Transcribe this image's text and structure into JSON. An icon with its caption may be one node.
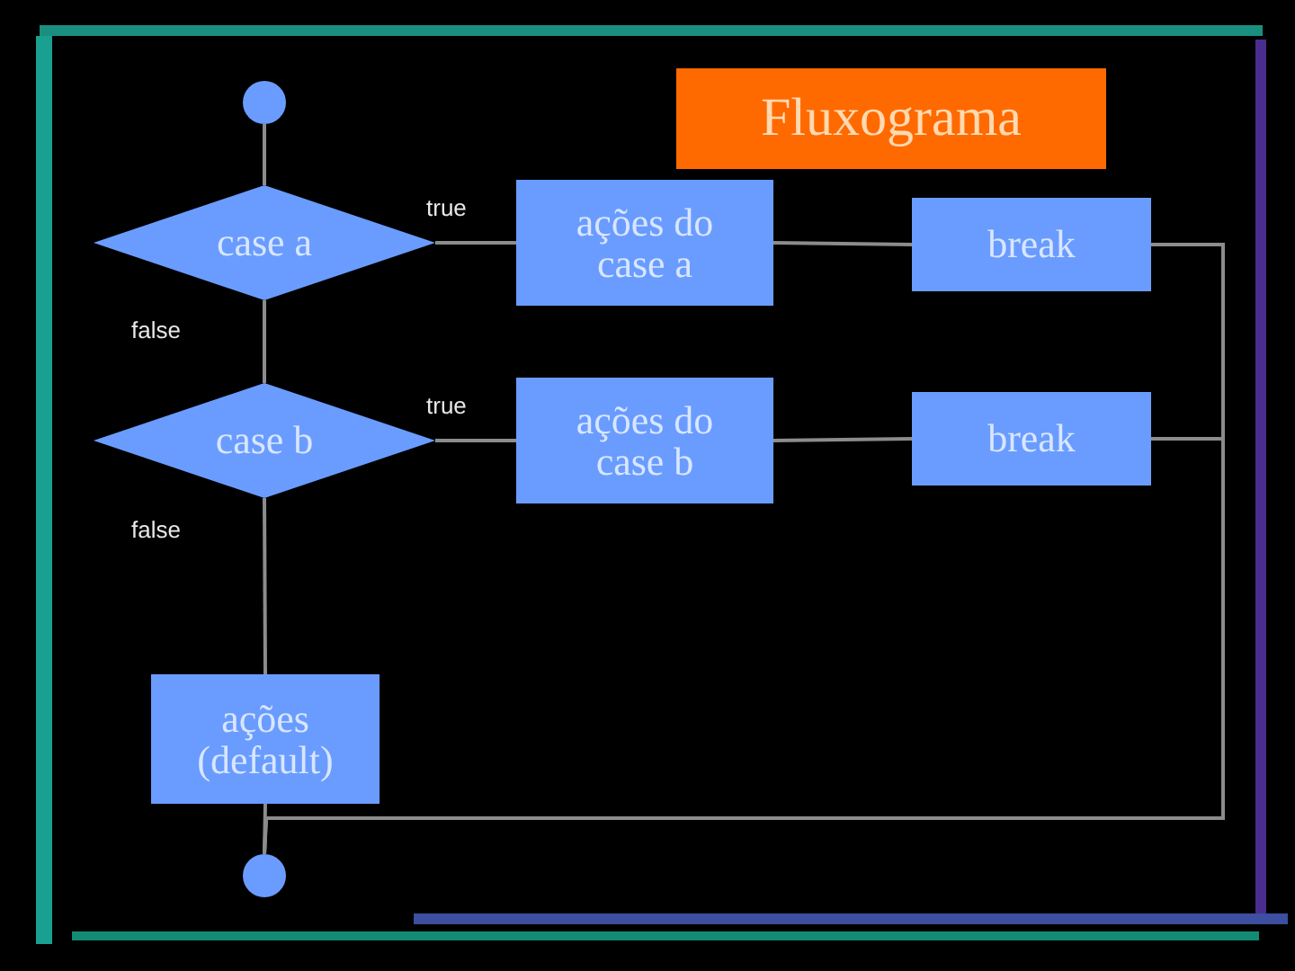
{
  "diagram": {
    "title": "Fluxograma",
    "nodes": [
      {
        "text": [],
        "shape": "circle"
      },
      {
        "text": [
          "case a"
        ]
      },
      {
        "text": [
          "ações do case a"
        ]
      },
      {
        "text": [
          "break"
        ]
      },
      {
        "text": [
          "case b"
        ]
      },
      {
        "text": [
          "ações do case b"
        ]
      },
      {
        "text": [
          "break"
        ]
      },
      {
        "text": [
          "ações (default)"
        ]
      },
      {
        "text": [],
        "shape": "circle"
      }
    ],
    "edges": [
      {
        "from": 0,
        "to": 1,
        "arrow": "none"
      },
      {
        "from": 1,
        "to": 2,
        "arrow": "none",
        "label": "true"
      },
      {
        "from": 2,
        "to": 3,
        "arrow": "none"
      },
      {
        "from": 1,
        "to": 4,
        "arrow": "none",
        "label": "false"
      },
      {
        "from": 4,
        "to": 5,
        "arrow": "none",
        "label": "true"
      },
      {
        "from": 5,
        "to": 6,
        "arrow": "none"
      },
      {
        "from": 4,
        "to": 7,
        "arrow": "none",
        "label": "false"
      },
      {
        "from": 7,
        "to": 8,
        "arrow": "none"
      },
      {
        "from": 3,
        "to": 8,
        "arrow": "none"
      },
      {
        "from": 6,
        "to": 8,
        "arrow": "none"
      }
    ]
  }
}
